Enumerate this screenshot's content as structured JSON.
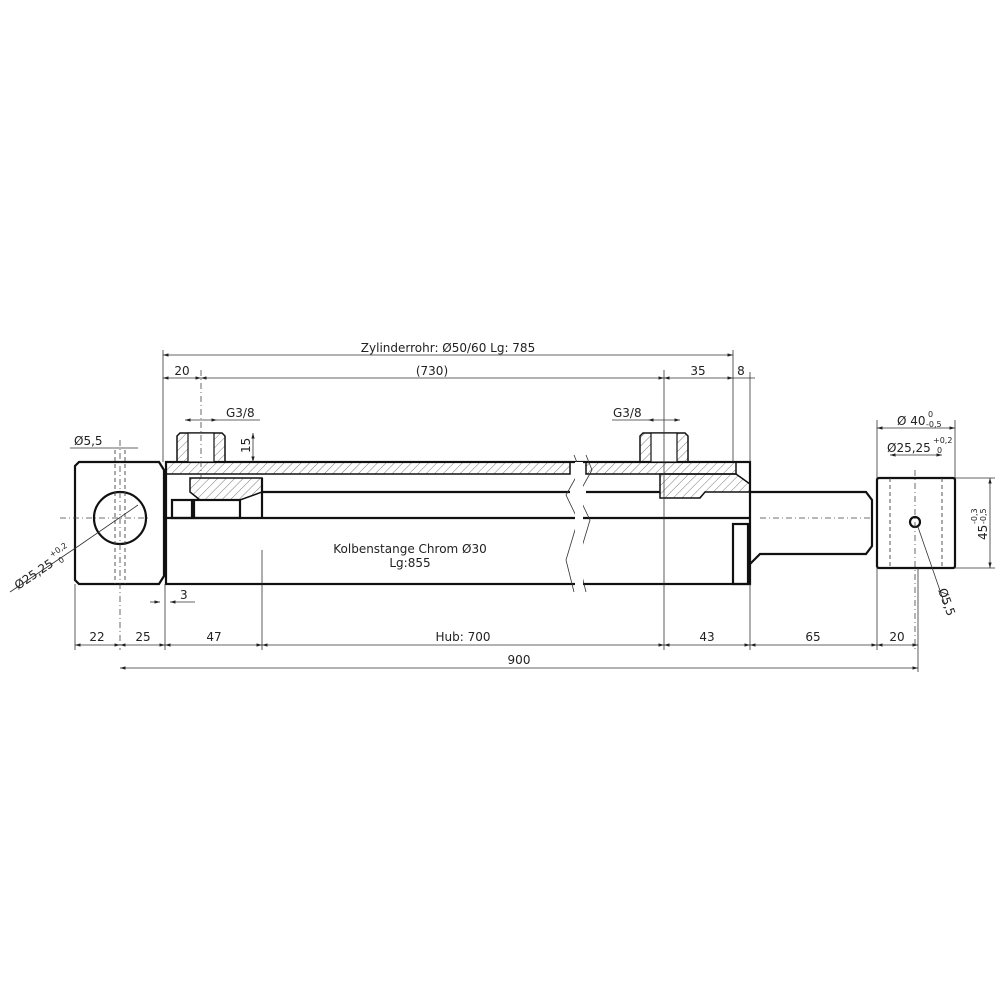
{
  "drawing": {
    "tube_label": "Zylinderrohr: Ø50/60 Lg: 785",
    "rod_label_1": "Kolbenstange Chrom Ø30",
    "rod_label_2": "Lg:855",
    "port_left": "G3/8",
    "port_right": "G3/8",
    "port_height": "15",
    "left_eye_hole": "Ø5,5",
    "left_eye_bore": "Ø25,25",
    "left_eye_bore_tol_upper": "+0,2",
    "left_eye_bore_tol_lower": "0",
    "right_eye_outer": "Ø 40",
    "right_eye_outer_tol_upper": "0",
    "right_eye_outer_tol_lower": "-0,5",
    "right_eye_bore": "Ø25,25",
    "right_eye_bore_tol_upper": "+0,2",
    "right_eye_bore_tol_lower": "0",
    "right_eye_width": "45",
    "right_eye_width_tol_upper": "-0,3",
    "right_eye_width_tol_lower": "-0,5",
    "right_eye_hole": "Ø5,5",
    "groove": "3",
    "top_dims": [
      "20",
      "(730)",
      "35",
      "8"
    ],
    "bottom_dims": [
      "22",
      "25",
      "47",
      "Hub: 700",
      "43",
      "65",
      "20"
    ],
    "overall": "900"
  }
}
